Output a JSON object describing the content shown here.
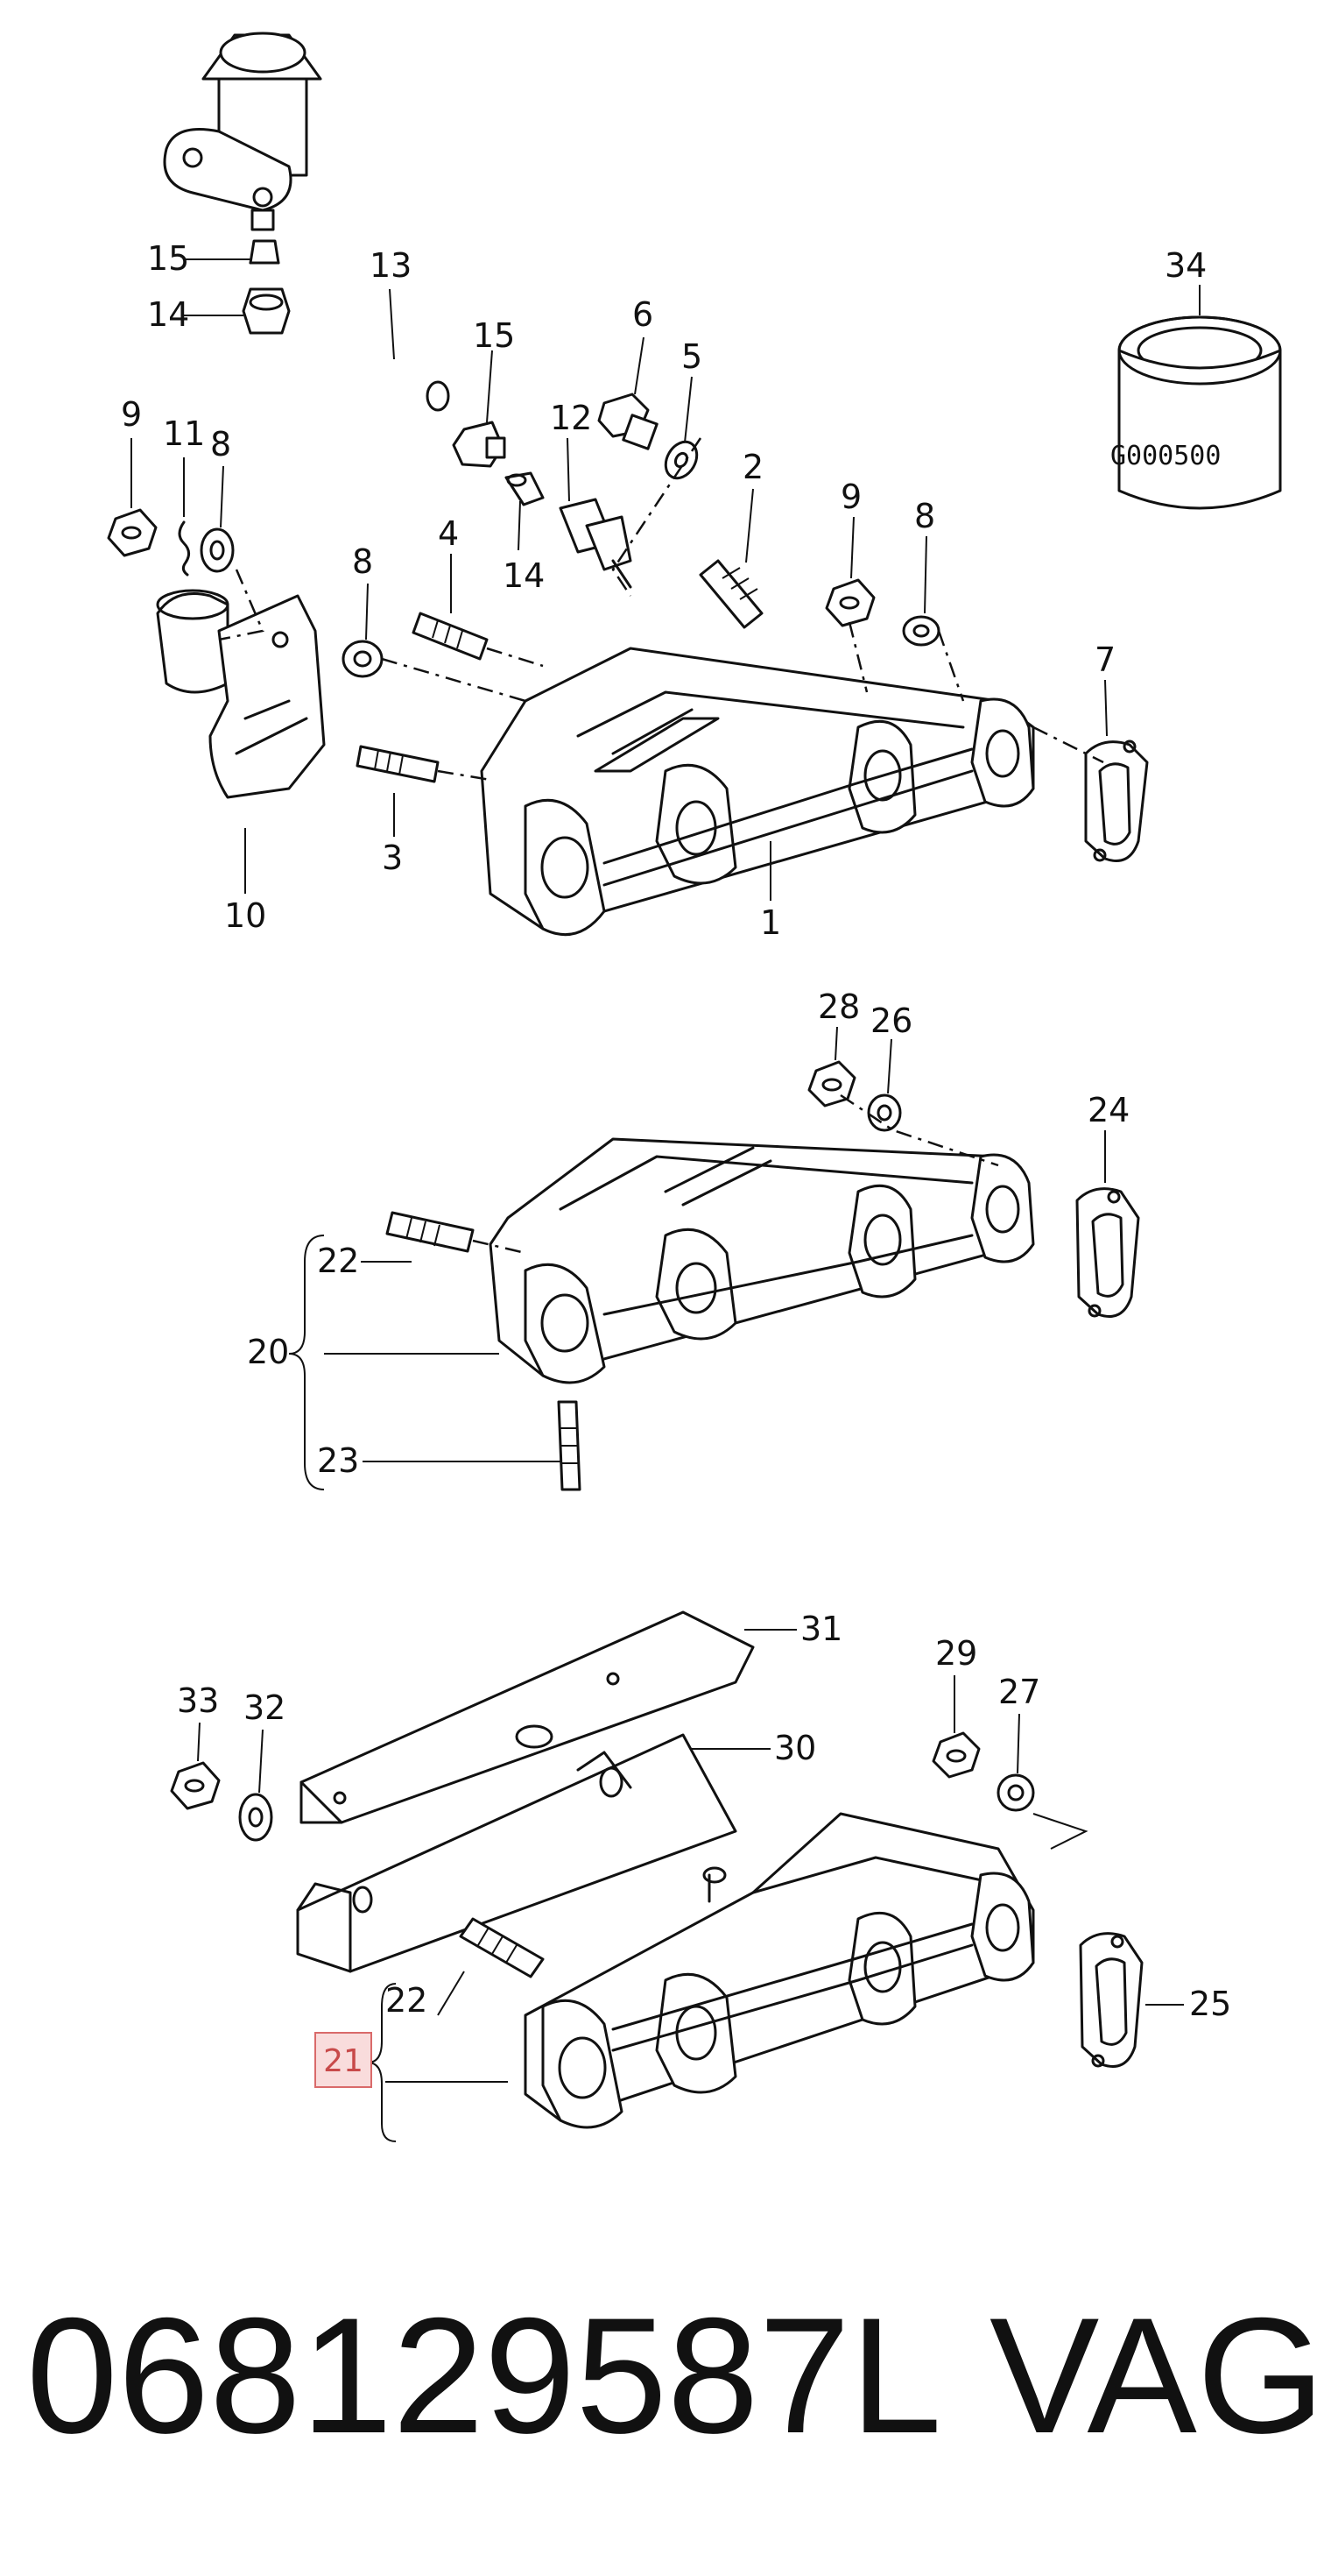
{
  "part_number": "068129587L",
  "brand": "VAG",
  "highlighted_callout": "21",
  "highlight_colors": {
    "fill": "#f9dcdc",
    "stroke": "#d96a6a",
    "text": "#c84a4a"
  },
  "canister_label": "G000500",
  "callouts": {
    "c15a": "15",
    "c14a": "14",
    "c13": "13",
    "c15b": "15",
    "c6": "6",
    "c5": "5",
    "c34": "34",
    "c9a": "9",
    "c11": "11",
    "c8a": "8",
    "c4": "4",
    "c12": "12",
    "c14b": "14",
    "c2": "2",
    "c9b": "9",
    "c8b": "8",
    "c8c": "8",
    "c7": "7",
    "c3": "3",
    "c10": "10",
    "c1": "1",
    "c28": "28",
    "c26": "26",
    "c24": "24",
    "c22a": "22",
    "c20": "20",
    "c23": "23",
    "c31": "31",
    "c30": "30",
    "c33": "33",
    "c32": "32",
    "c29": "29",
    "c27": "27",
    "c22b": "22",
    "c21": "21",
    "c25": "25"
  }
}
